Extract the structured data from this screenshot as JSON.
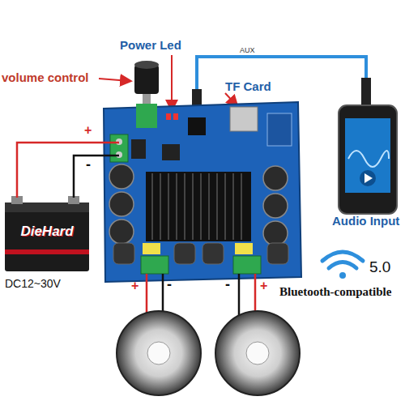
{
  "diagram": {
    "nodes": [
      {
        "text": [
          "DieHard"
        ]
      }
    ],
    "labels": [
      "volume control",
      "Power Led",
      "AUX",
      "TF Card",
      "Audio Input",
      "5.0",
      "Bluetooth-compatible",
      "DC12~30V",
      "+",
      "-",
      "+",
      "-",
      "-",
      "+"
    ]
  }
}
